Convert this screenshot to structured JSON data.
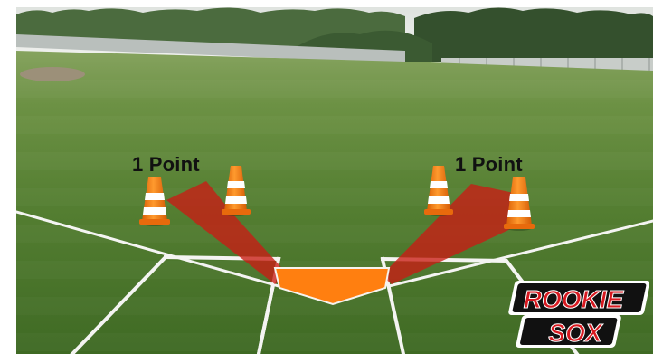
{
  "image": {
    "description_colors": {
      "grass_near": "#4f7a2c",
      "grass_far": "#7b9c58",
      "sky": "#e9ece8",
      "trees": "#3d5b34",
      "chalk": "#f4f4f2",
      "cone_orange": "#f47a16",
      "cone_stripe": "#ffffff",
      "zone_red": "#c91c14",
      "home_plate_orange": "#ff7f10"
    }
  },
  "labels": {
    "left": "1 Point",
    "right": "1 Point"
  },
  "logo": {
    "line1": "ROOKIE",
    "line2": "SOX"
  }
}
